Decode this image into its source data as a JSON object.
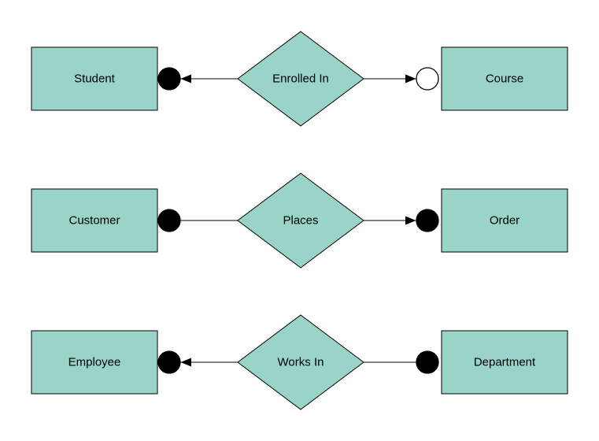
{
  "colors": {
    "entity_fill": "#9ad3c8",
    "shape_stroke": "#000000",
    "connector_line": "#000000",
    "dot_filled_fill": "#000000",
    "dot_hollow_fill": "#ffffff",
    "canvas_background": "#ffffff"
  },
  "diagram": {
    "type": "entity-relationship",
    "rows": [
      {
        "left_entity": {
          "label": "Student",
          "shape": "rectangle"
        },
        "relationship": {
          "label": "Enrolled In",
          "shape": "diamond"
        },
        "right_entity": {
          "label": "Course",
          "shape": "rectangle"
        },
        "left_connector": {
          "dot": "filled",
          "arrowhead": "toward-left-entity"
        },
        "right_connector": {
          "dot": "hollow",
          "arrowhead": "toward-right-entity"
        }
      },
      {
        "left_entity": {
          "label": "Customer",
          "shape": "rectangle"
        },
        "relationship": {
          "label": "Places",
          "shape": "diamond"
        },
        "right_entity": {
          "label": "Order",
          "shape": "rectangle"
        },
        "left_connector": {
          "dot": "filled",
          "arrowhead": "none"
        },
        "right_connector": {
          "dot": "filled",
          "arrowhead": "toward-right-entity"
        }
      },
      {
        "left_entity": {
          "label": "Employee",
          "shape": "rectangle"
        },
        "relationship": {
          "label": "Works In",
          "shape": "diamond"
        },
        "right_entity": {
          "label": "Department",
          "shape": "rectangle"
        },
        "left_connector": {
          "dot": "filled",
          "arrowhead": "toward-left-entity"
        },
        "right_connector": {
          "dot": "filled",
          "arrowhead": "none"
        }
      }
    ]
  }
}
